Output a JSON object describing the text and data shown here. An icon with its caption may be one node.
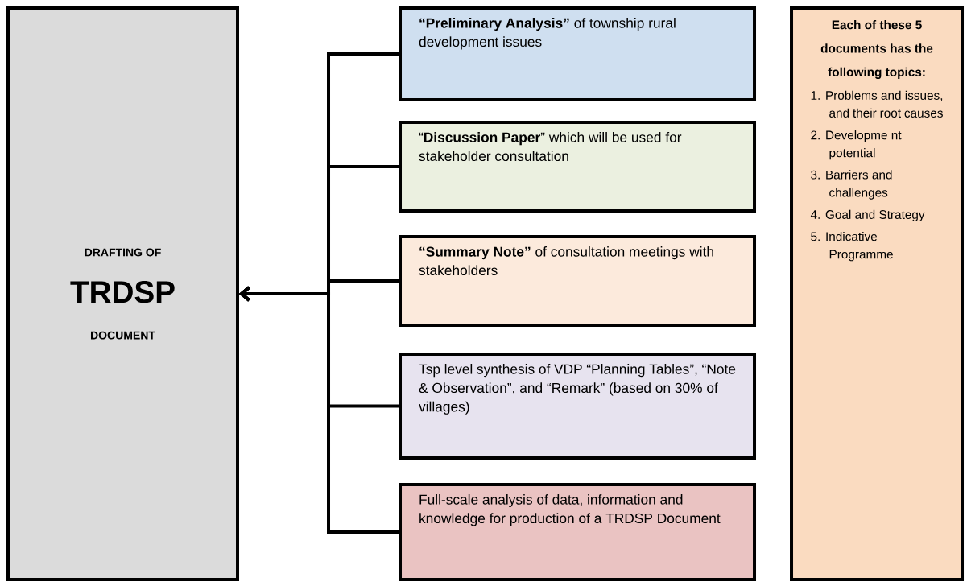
{
  "diagram": {
    "nodes": [
      {
        "text": [
          "DRAFTING OF",
          "TRDSP",
          "DOCUMENT"
        ]
      },
      {
        "text": [
          "**“Preliminary Analysis”** of township rural development issues"
        ]
      },
      {
        "text": [
          "“**Discussion Paper**” which will be used for stakeholder consultation"
        ]
      },
      {
        "text": [
          "**“Summary Note”** of consultation meetings with stakeholders"
        ]
      },
      {
        "text": [
          "Tsp level synthesis of VDP “Planning Tables”, “Note & Observation”, and “Remark” (based on 30% of villages)"
        ]
      },
      {
        "text": [
          "Full-scale analysis of data, information and knowledge for production of a TRDSP Document"
        ]
      },
      {
        "text": [
          "Each of these 5 documents has the following topics:",
          "1. Problems and issues, and their root causes",
          "2. Developme nt potential",
          "3. Barriers and challenges",
          "4. Goal and Strategy",
          "5. Indicative Programme"
        ]
      }
    ],
    "edges": [
      {
        "from": 1,
        "to": 0,
        "arrow": "to"
      },
      {
        "from": 2,
        "to": 0,
        "arrow": "to"
      },
      {
        "from": 3,
        "to": 0,
        "arrow": "to"
      },
      {
        "from": 4,
        "to": 0,
        "arrow": "to"
      },
      {
        "from": 5,
        "to": 0,
        "arrow": "to"
      }
    ]
  }
}
